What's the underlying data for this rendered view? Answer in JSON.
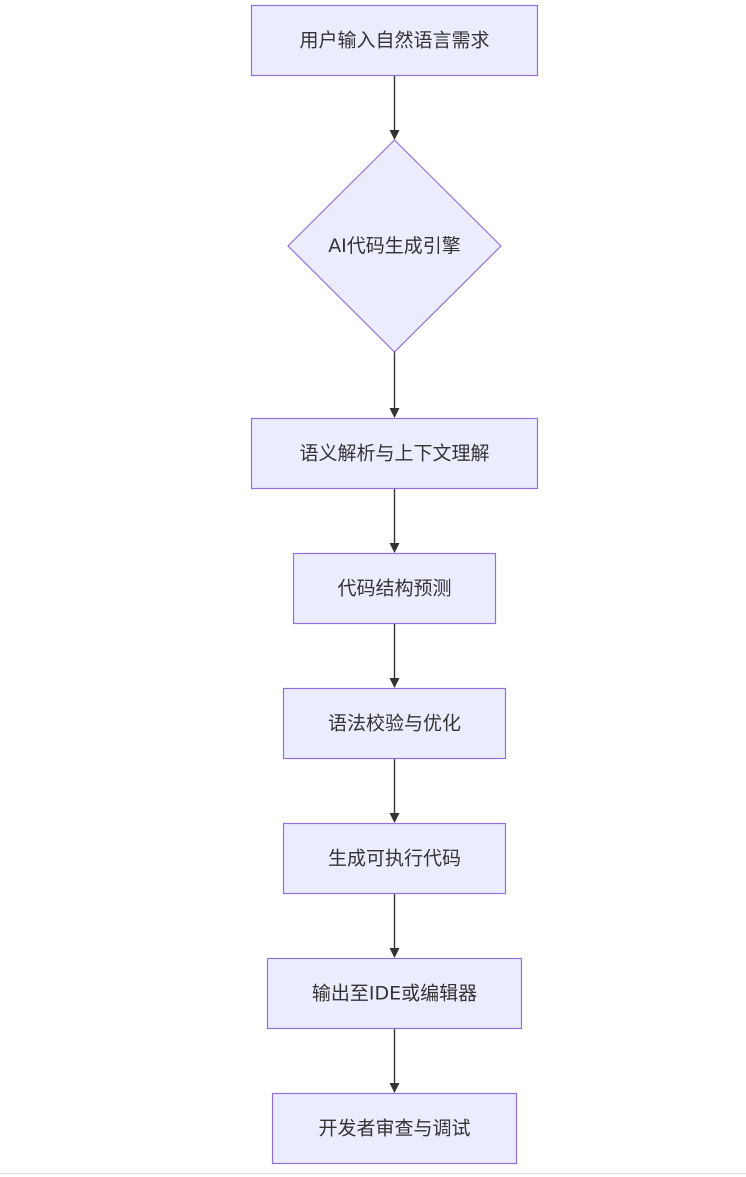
{
  "diagram": {
    "type": "flowchart",
    "direction": "top-to-bottom",
    "nodes": [
      {
        "id": "n1",
        "shape": "rectangle",
        "label": "用户输入自然语言需求"
      },
      {
        "id": "n2",
        "shape": "diamond",
        "label": "AI代码生成引擎"
      },
      {
        "id": "n3",
        "shape": "rectangle",
        "label": "语义解析与上下文理解"
      },
      {
        "id": "n4",
        "shape": "rectangle",
        "label": "代码结构预测"
      },
      {
        "id": "n5",
        "shape": "rectangle",
        "label": "语法校验与优化"
      },
      {
        "id": "n6",
        "shape": "rectangle",
        "label": "生成可执行代码"
      },
      {
        "id": "n7",
        "shape": "rectangle",
        "label": "输出至IDE或编辑器"
      },
      {
        "id": "n8",
        "shape": "rectangle",
        "label": "开发者审查与调试"
      }
    ],
    "edges": [
      {
        "from": "n1",
        "to": "n2"
      },
      {
        "from": "n2",
        "to": "n3"
      },
      {
        "from": "n3",
        "to": "n4"
      },
      {
        "from": "n4",
        "to": "n5"
      },
      {
        "from": "n5",
        "to": "n6"
      },
      {
        "from": "n6",
        "to": "n7"
      },
      {
        "from": "n7",
        "to": "n8"
      }
    ],
    "colors": {
      "node_fill": "#ececff",
      "node_border": "#9370db",
      "edge": "#333333",
      "text": "#333333"
    }
  }
}
